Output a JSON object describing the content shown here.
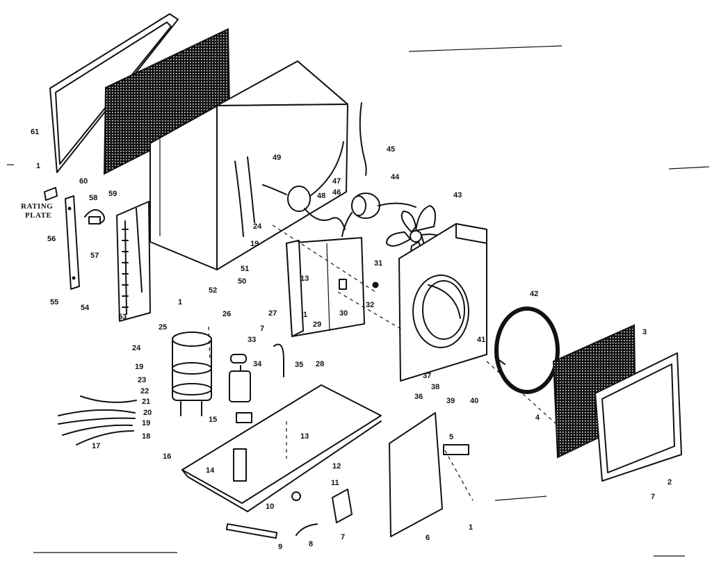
{
  "diagram": {
    "rating_plate_label": [
      "RATING",
      "PLATE"
    ],
    "callouts": [
      "1",
      "2",
      "3",
      "4",
      "5",
      "6",
      "7",
      "8",
      "9",
      "10",
      "11",
      "12",
      "13",
      "14",
      "15",
      "16",
      "17",
      "18",
      "19",
      "20",
      "21",
      "22",
      "23",
      "24",
      "25",
      "26",
      "27",
      "28",
      "29",
      "30",
      "31",
      "32",
      "33",
      "34",
      "35",
      "36",
      "37",
      "38",
      "39",
      "40",
      "41",
      "42",
      "43",
      "44",
      "45",
      "46",
      "47",
      "48",
      "49",
      "50",
      "51",
      "52",
      "53",
      "54",
      "55",
      "56",
      "57",
      "58",
      "59",
      "60",
      "61"
    ],
    "colors": {
      "ink": "#111111",
      "paper": "#ffffff"
    }
  }
}
